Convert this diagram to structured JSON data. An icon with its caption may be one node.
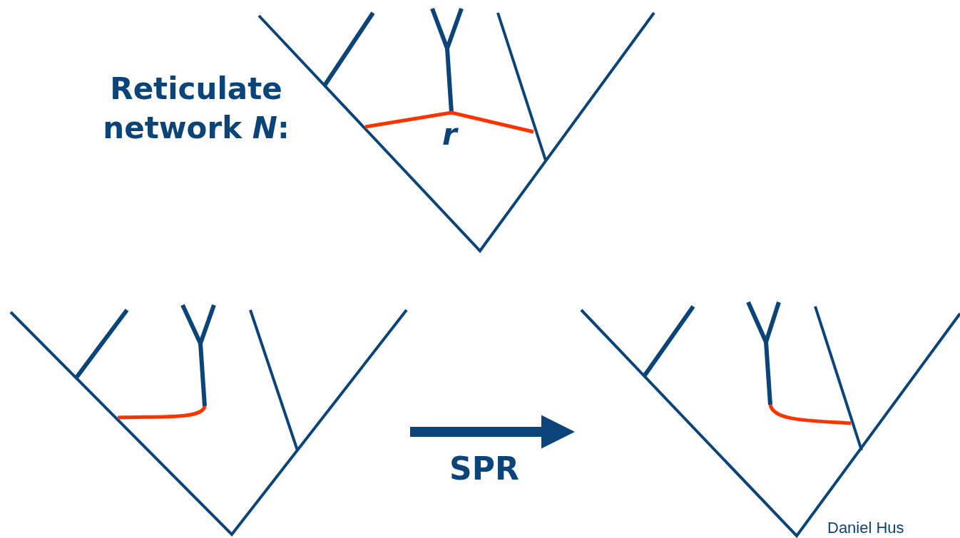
{
  "diagram": {
    "nodes": [
      {
        "text": [],
        "shape": "picture"
      },
      {
        "text": [],
        "shape": "picture"
      },
      {
        "text": [],
        "shape": "picture"
      }
    ],
    "edges": [
      {
        "from": 1,
        "to": 2,
        "arrow": "to",
        "label": "SPR"
      }
    ],
    "labels": [
      "Reticulate network *N*:",
      "r",
      "Daniel Hus"
    ]
  }
}
